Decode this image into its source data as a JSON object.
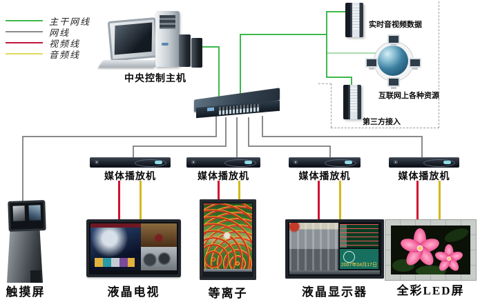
{
  "legend": {
    "items": [
      {
        "label": "主干网线",
        "color": "#3db84b"
      },
      {
        "label": "网线",
        "color": "#8a8a8a"
      },
      {
        "label": "视频线",
        "color": "#c2143c"
      },
      {
        "label": "音频线",
        "color": "#e0d957"
      }
    ]
  },
  "central_host": {
    "label": "中央控制主机"
  },
  "cloud_box": {
    "realtime_label": "实时音视频数据",
    "internet_label": "互联网上各种资源",
    "third_party_label": "第三方接入"
  },
  "players": {
    "label": "媒体播放机"
  },
  "displays": {
    "touch_screen": {
      "label": "触摸屏"
    },
    "lcd_tv": {
      "label": "液晶电视"
    },
    "plasma": {
      "label": "等离子"
    },
    "lcd_monitor": {
      "label": "液晶显示器",
      "screen_date": "2007年04月17日"
    },
    "led": {
      "label": "全彩LED屏"
    }
  }
}
